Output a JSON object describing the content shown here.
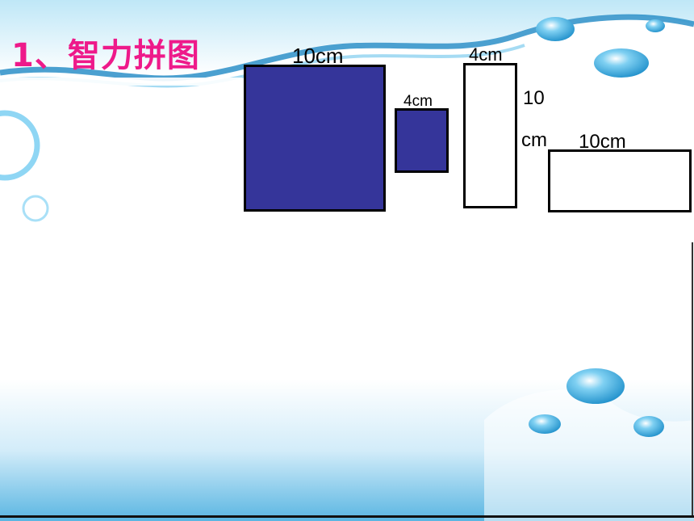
{
  "title": "1、智力拼图",
  "shapes": {
    "big_square": {
      "label": "10cm",
      "fill": "#35359a"
    },
    "small_square": {
      "label": "4cm",
      "fill": "#35359a"
    },
    "tall_rect": {
      "top_label": "4cm",
      "side_label_line1": "10",
      "side_label_line2": "cm",
      "fill": "#ffffff"
    },
    "wide_rect": {
      "label": "10cm",
      "fill": "#ffffff"
    }
  },
  "colors": {
    "title": "#ee1a8a",
    "water": "#4fb6e4",
    "outline": "#000000"
  }
}
